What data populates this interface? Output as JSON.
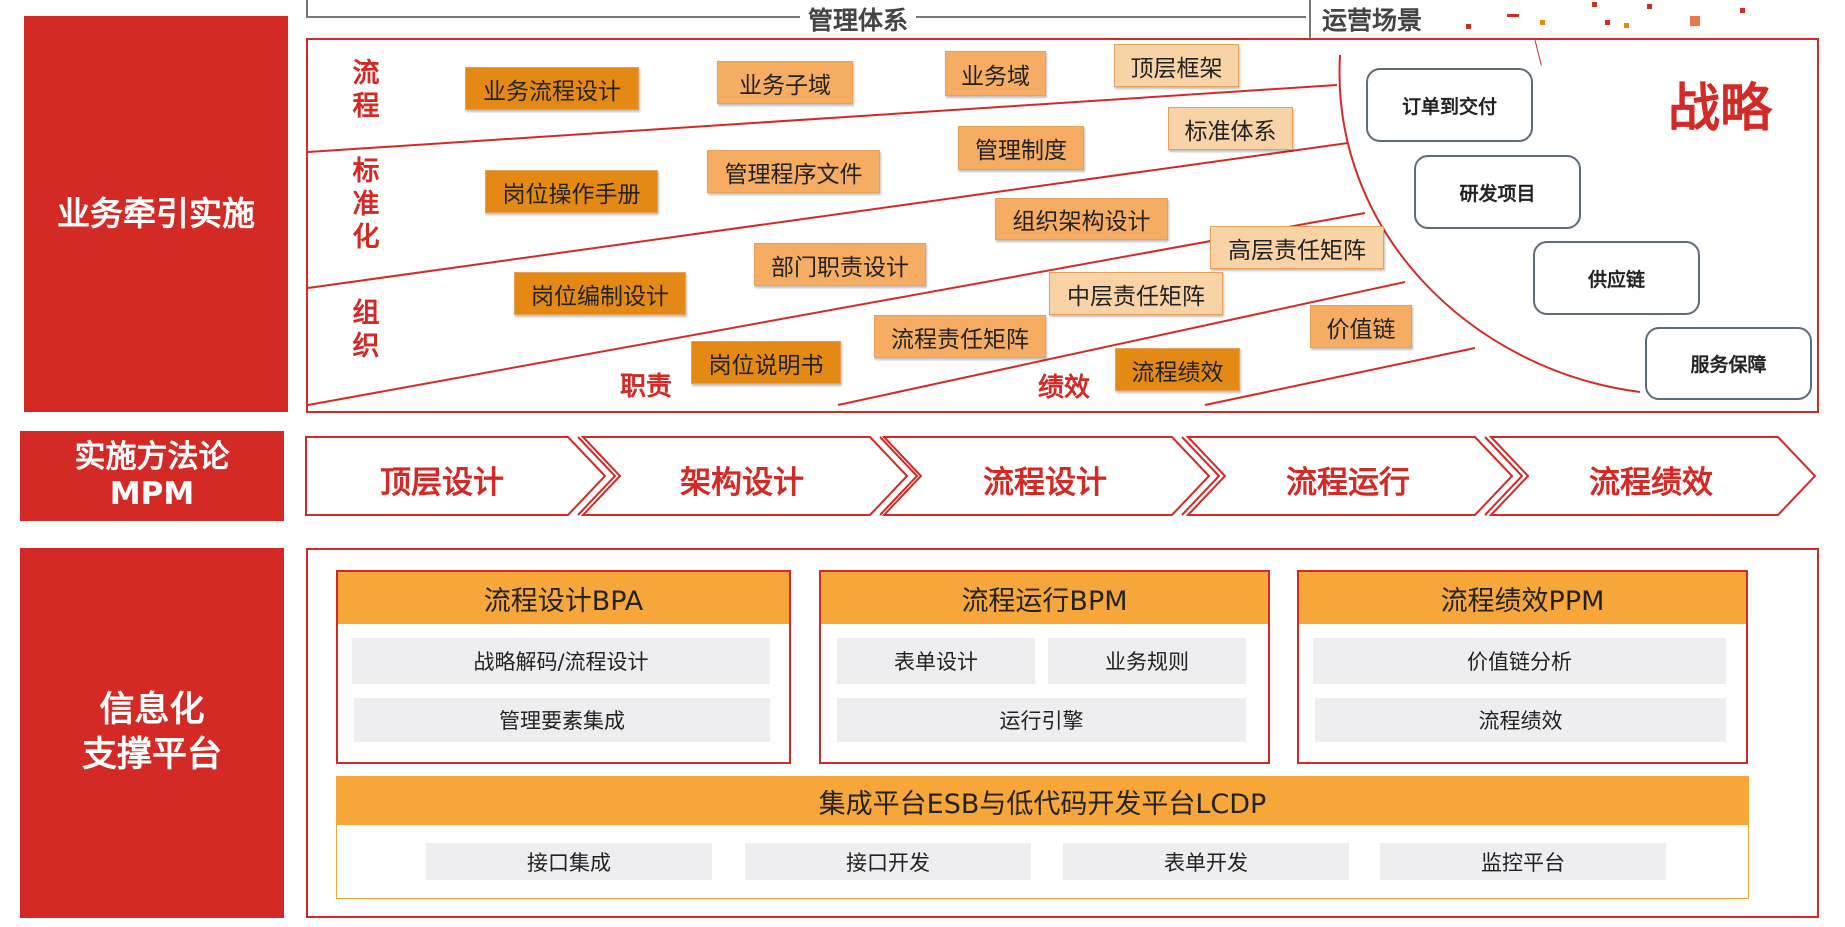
{
  "sidebar": {
    "business": "业务牵引实施",
    "method_line1": "实施方法论",
    "method_line2": "MPM",
    "info_line1": "信息化",
    "info_line2": "支撑平台"
  },
  "top": {
    "mgmt_header": "管理体系",
    "ops_header": "运营场景",
    "row_labels": {
      "process": "流程",
      "standard": "标准化",
      "org": "组织"
    },
    "corner_labels": {
      "duty": "职责",
      "perf": "绩效"
    },
    "tags": [
      "业务流程设计",
      "业务子域",
      "业务域",
      "顶层框架",
      "标准体系",
      "管理制度",
      "管理程序文件",
      "岗位操作手册",
      "组织架构设计",
      "高层责任矩阵",
      "部门职责设计",
      "岗位编制设计",
      "中层责任矩阵",
      "价值链",
      "流程责任矩阵",
      "岗位说明书",
      "流程绩效"
    ],
    "strategy": "战略",
    "scenarios": [
      "订单到交付",
      "研发项目",
      "供应链",
      "服务保障"
    ]
  },
  "steps": [
    "顶层设计",
    "架构设计",
    "流程设计",
    "流程运行",
    "流程绩效"
  ],
  "platform": {
    "modules": [
      {
        "title": "流程设计BPA",
        "items": [
          "战略解码/流程设计",
          "管理要素集成"
        ]
      },
      {
        "title": "流程运行BPM",
        "items": [
          "表单设计",
          "业务规则",
          "运行引擎"
        ]
      },
      {
        "title": "流程绩效PPM",
        "items": [
          "价值链分析",
          "流程绩效"
        ]
      }
    ],
    "integration": {
      "title": "集成平台ESB与低代码开发平台LCDP",
      "items": [
        "接口集成",
        "接口开发",
        "表单开发",
        "监控平台"
      ]
    }
  },
  "colors": {
    "red": "#d42a26",
    "orange_dark": "#e38914",
    "orange_mid": "#f6ad63",
    "orange_light": "#f8d3a6",
    "module_head": "#f7a63a"
  }
}
